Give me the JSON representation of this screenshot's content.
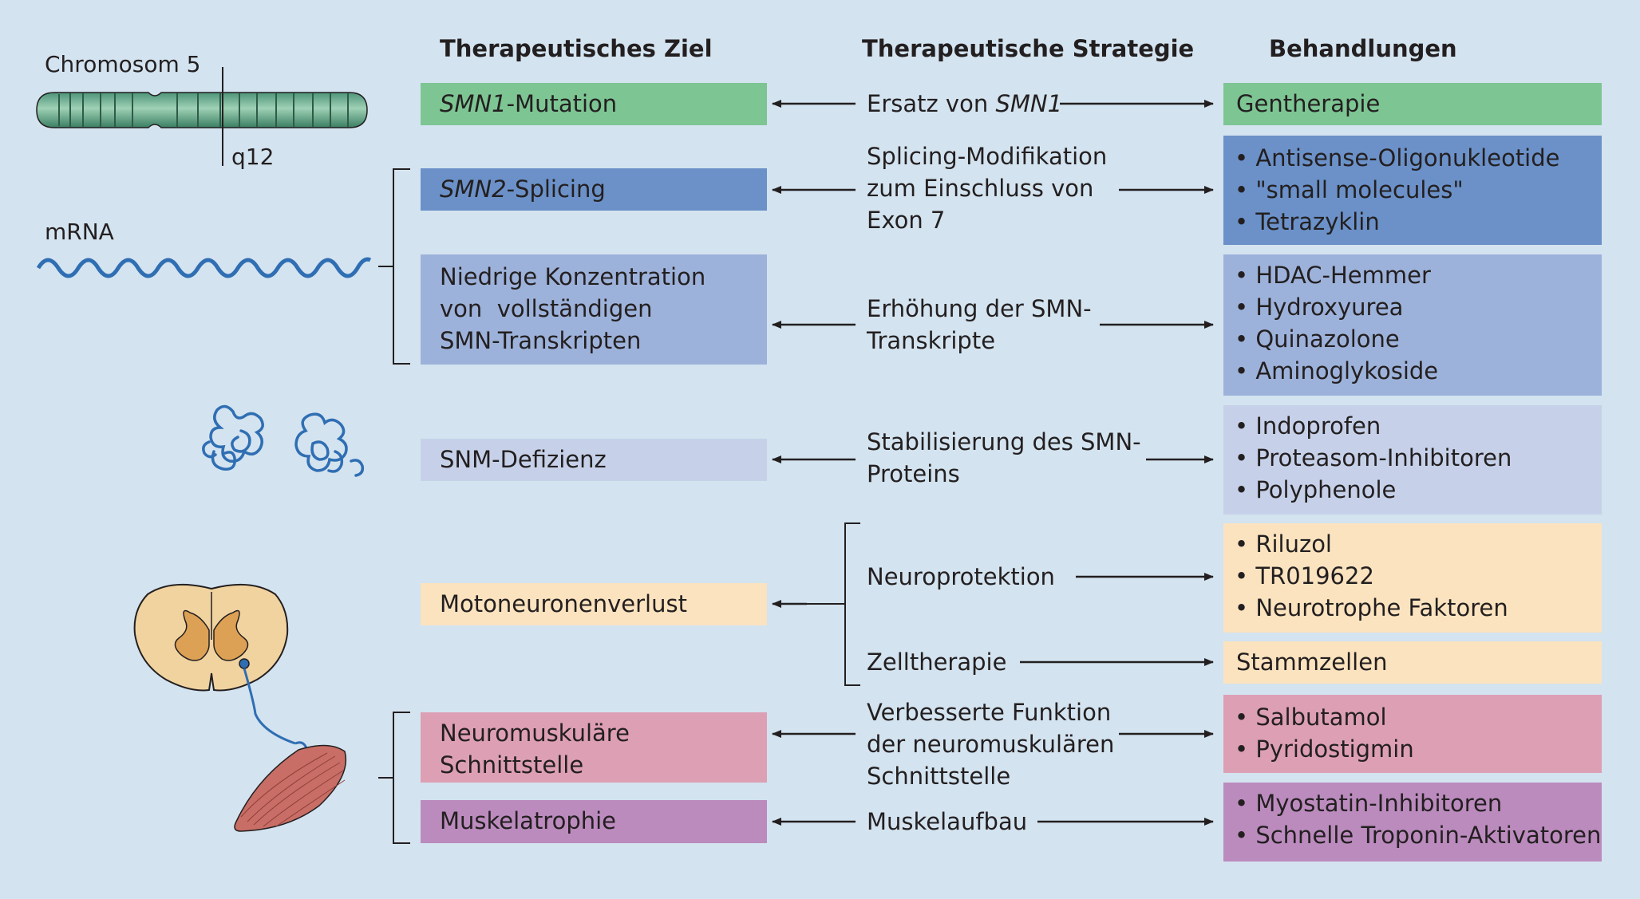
{
  "headers": {
    "target": "Therapeutisches Ziel",
    "strategy": "Therapeutische Strategie",
    "treatment": "Behandlungen"
  },
  "illustrations": {
    "chromosome_label": "Chromosom 5",
    "chromosome_band": "q12",
    "mrna_label": "mRNA"
  },
  "targets": {
    "smn1": {
      "italic": "SMN1",
      "text": "-Mutation"
    },
    "smn2": {
      "italic": "SMN2",
      "text": "-Splicing"
    },
    "low_conc": [
      "Niedrige Konzentration",
      "von  vollständigen",
      "SMN-Transkripten"
    ],
    "snm_def": "SNM-Defizienz",
    "moto": "Motoneuronenverlust",
    "nmj": [
      "Neuromuskuläre",
      "Schnittstelle"
    ],
    "atrophy": "Muskelatrophie"
  },
  "strategies": {
    "replace": {
      "text": "Ersatz von ",
      "italic": "SMN1"
    },
    "splicing": [
      "Splicing-Modifikation",
      "zum Einschluss von",
      "Exon 7"
    ],
    "increase": [
      "Erhöhung der SMN-",
      "Transkripte"
    ],
    "stabilize": [
      "Stabilisierung des SMN-",
      "Proteins"
    ],
    "neuroprot": "Neuroprotektion",
    "celltherapy": "Zelltherapie",
    "nmj_func": [
      "Verbesserte Funktion",
      "der neuromuskulären",
      "Schnittstelle"
    ],
    "muscle": "Muskelaufbau"
  },
  "treatments": {
    "gene": "Gentherapie",
    "aso": [
      "Antisense-Oligonukleotide",
      "\"small molecules\"",
      "Tetrazyklin"
    ],
    "hdac": [
      "HDAC-Hemmer",
      "Hydroxyurea",
      "Quinazolone",
      "Aminoglykoside"
    ],
    "indo": [
      "Indoprofen",
      "Proteasom-Inhibitoren",
      "Polyphenole"
    ],
    "rilu": [
      "Riluzol",
      "TR019622",
      "Neurotrophe Faktoren"
    ],
    "stem": "Stammzellen",
    "salbu": [
      "Salbutamol",
      "Pyridostigmin"
    ],
    "myo": [
      "Myostatin-Inhibitoren",
      "Schnelle Troponin-Aktivatoren"
    ]
  },
  "colors": {
    "background": "#d3e3ef",
    "green": "#7dc593",
    "blue_dark": "#6b91c8",
    "blue_mid": "#9db2da",
    "lavender": "#c6d1e9",
    "peach": "#fbe3bf",
    "pink": "#dd9fb4",
    "purple": "#bb8bbe"
  }
}
